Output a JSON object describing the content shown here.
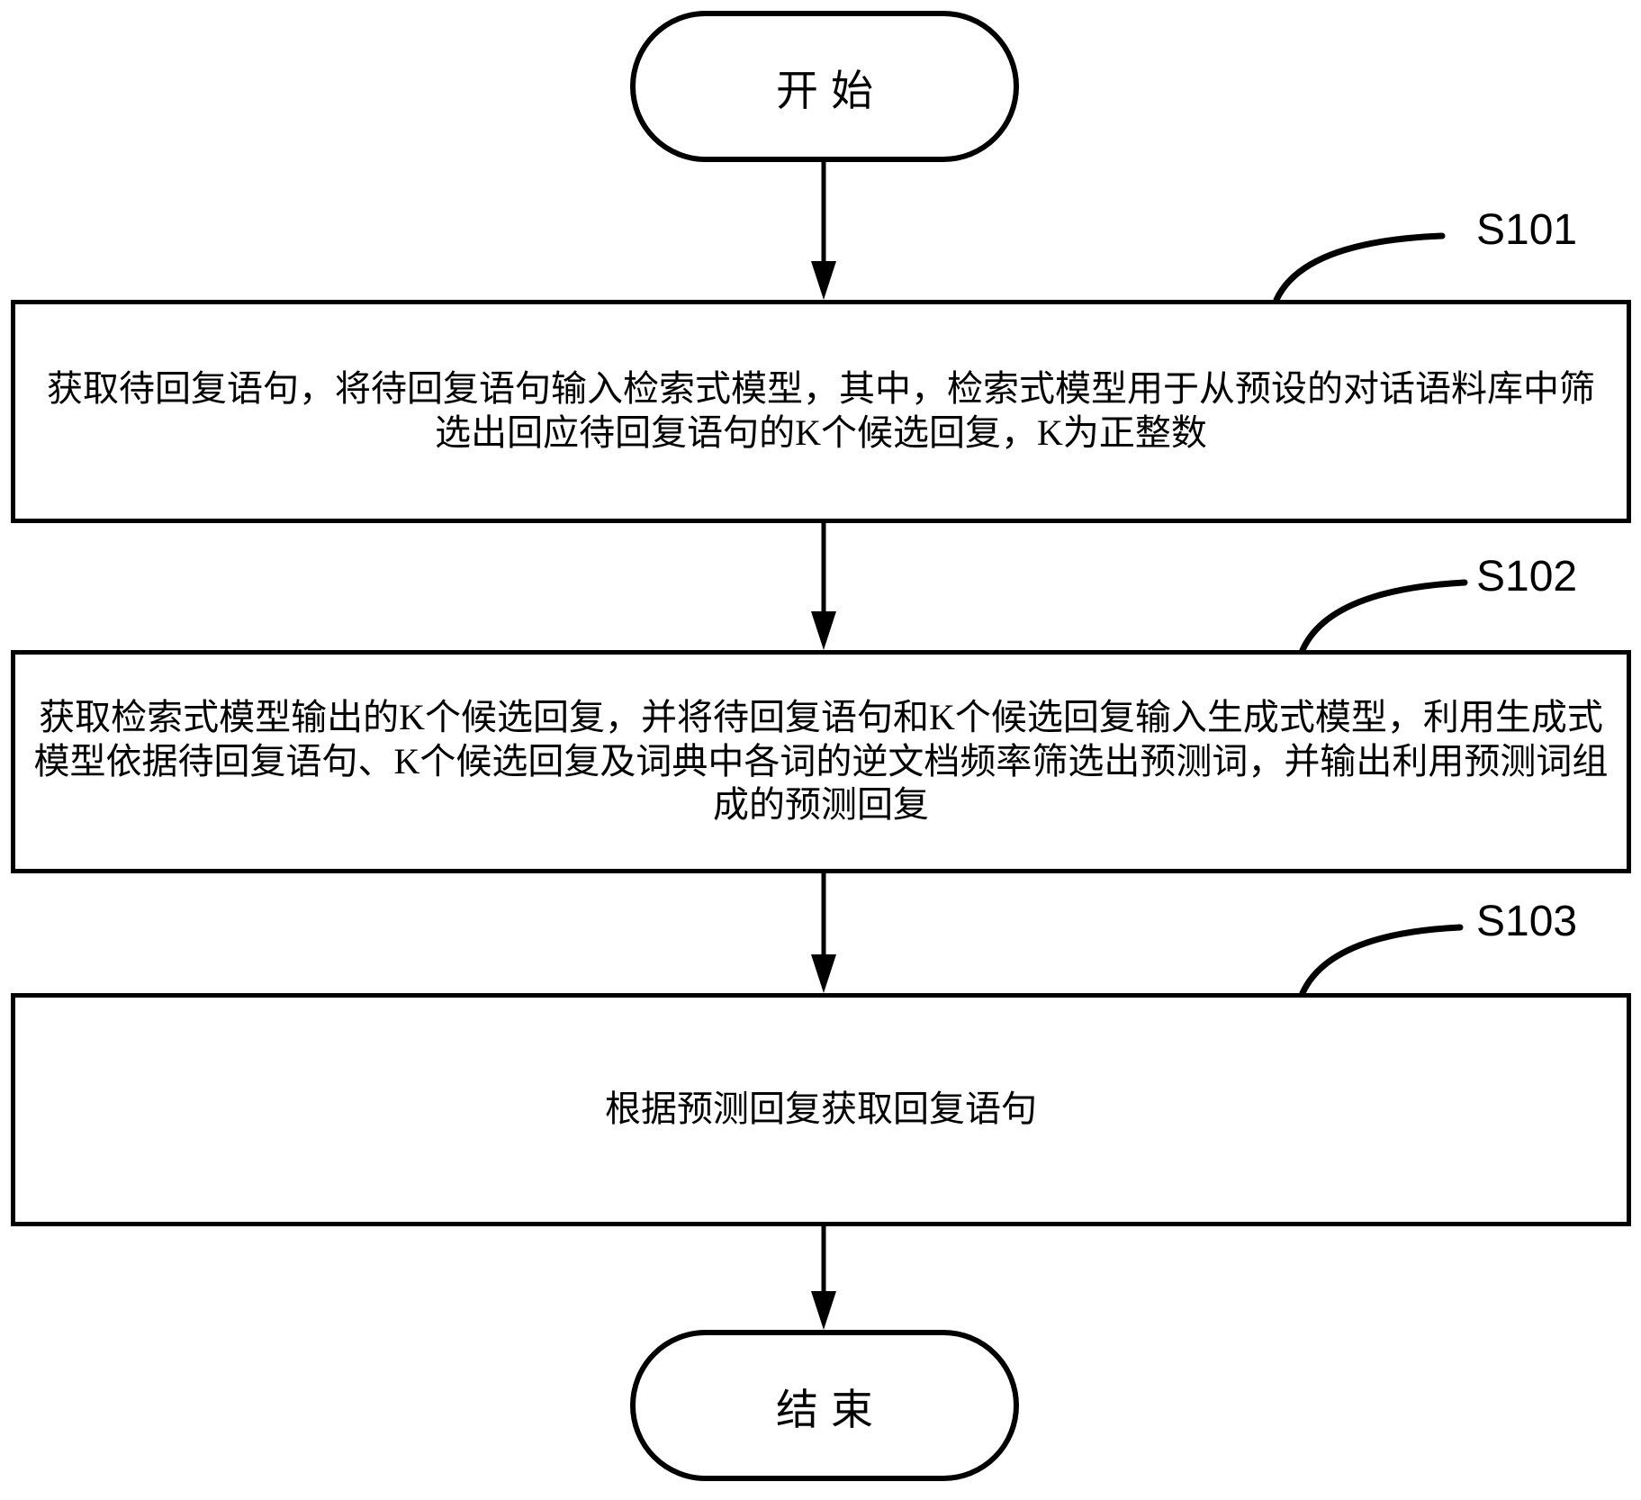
{
  "diagram": {
    "type": "flowchart",
    "background_color": "#ffffff",
    "line_color": "#000000",
    "text_color": "#000000",
    "start": {
      "label": "开始"
    },
    "end": {
      "label": "结束"
    },
    "steps": [
      {
        "id": "S101",
        "text": "获取待回复语句，将待回复语句输入检索式模型，其中，检索式模型用于从预设的对话语料库中筛选出回应待回复语句的K个候选回复，K为正整数"
      },
      {
        "id": "S102",
        "text": "获取检索式模型输出的K个候选回复，并将待回复语句和K个候选回复输入生成式模型，利用生成式模型依据待回复语句、K个候选回复及词典中各词的逆文档频率筛选出预测词，并输出利用预测词组成的预测回复"
      },
      {
        "id": "S103",
        "text": "根据预测回复获取回复语句"
      }
    ]
  }
}
